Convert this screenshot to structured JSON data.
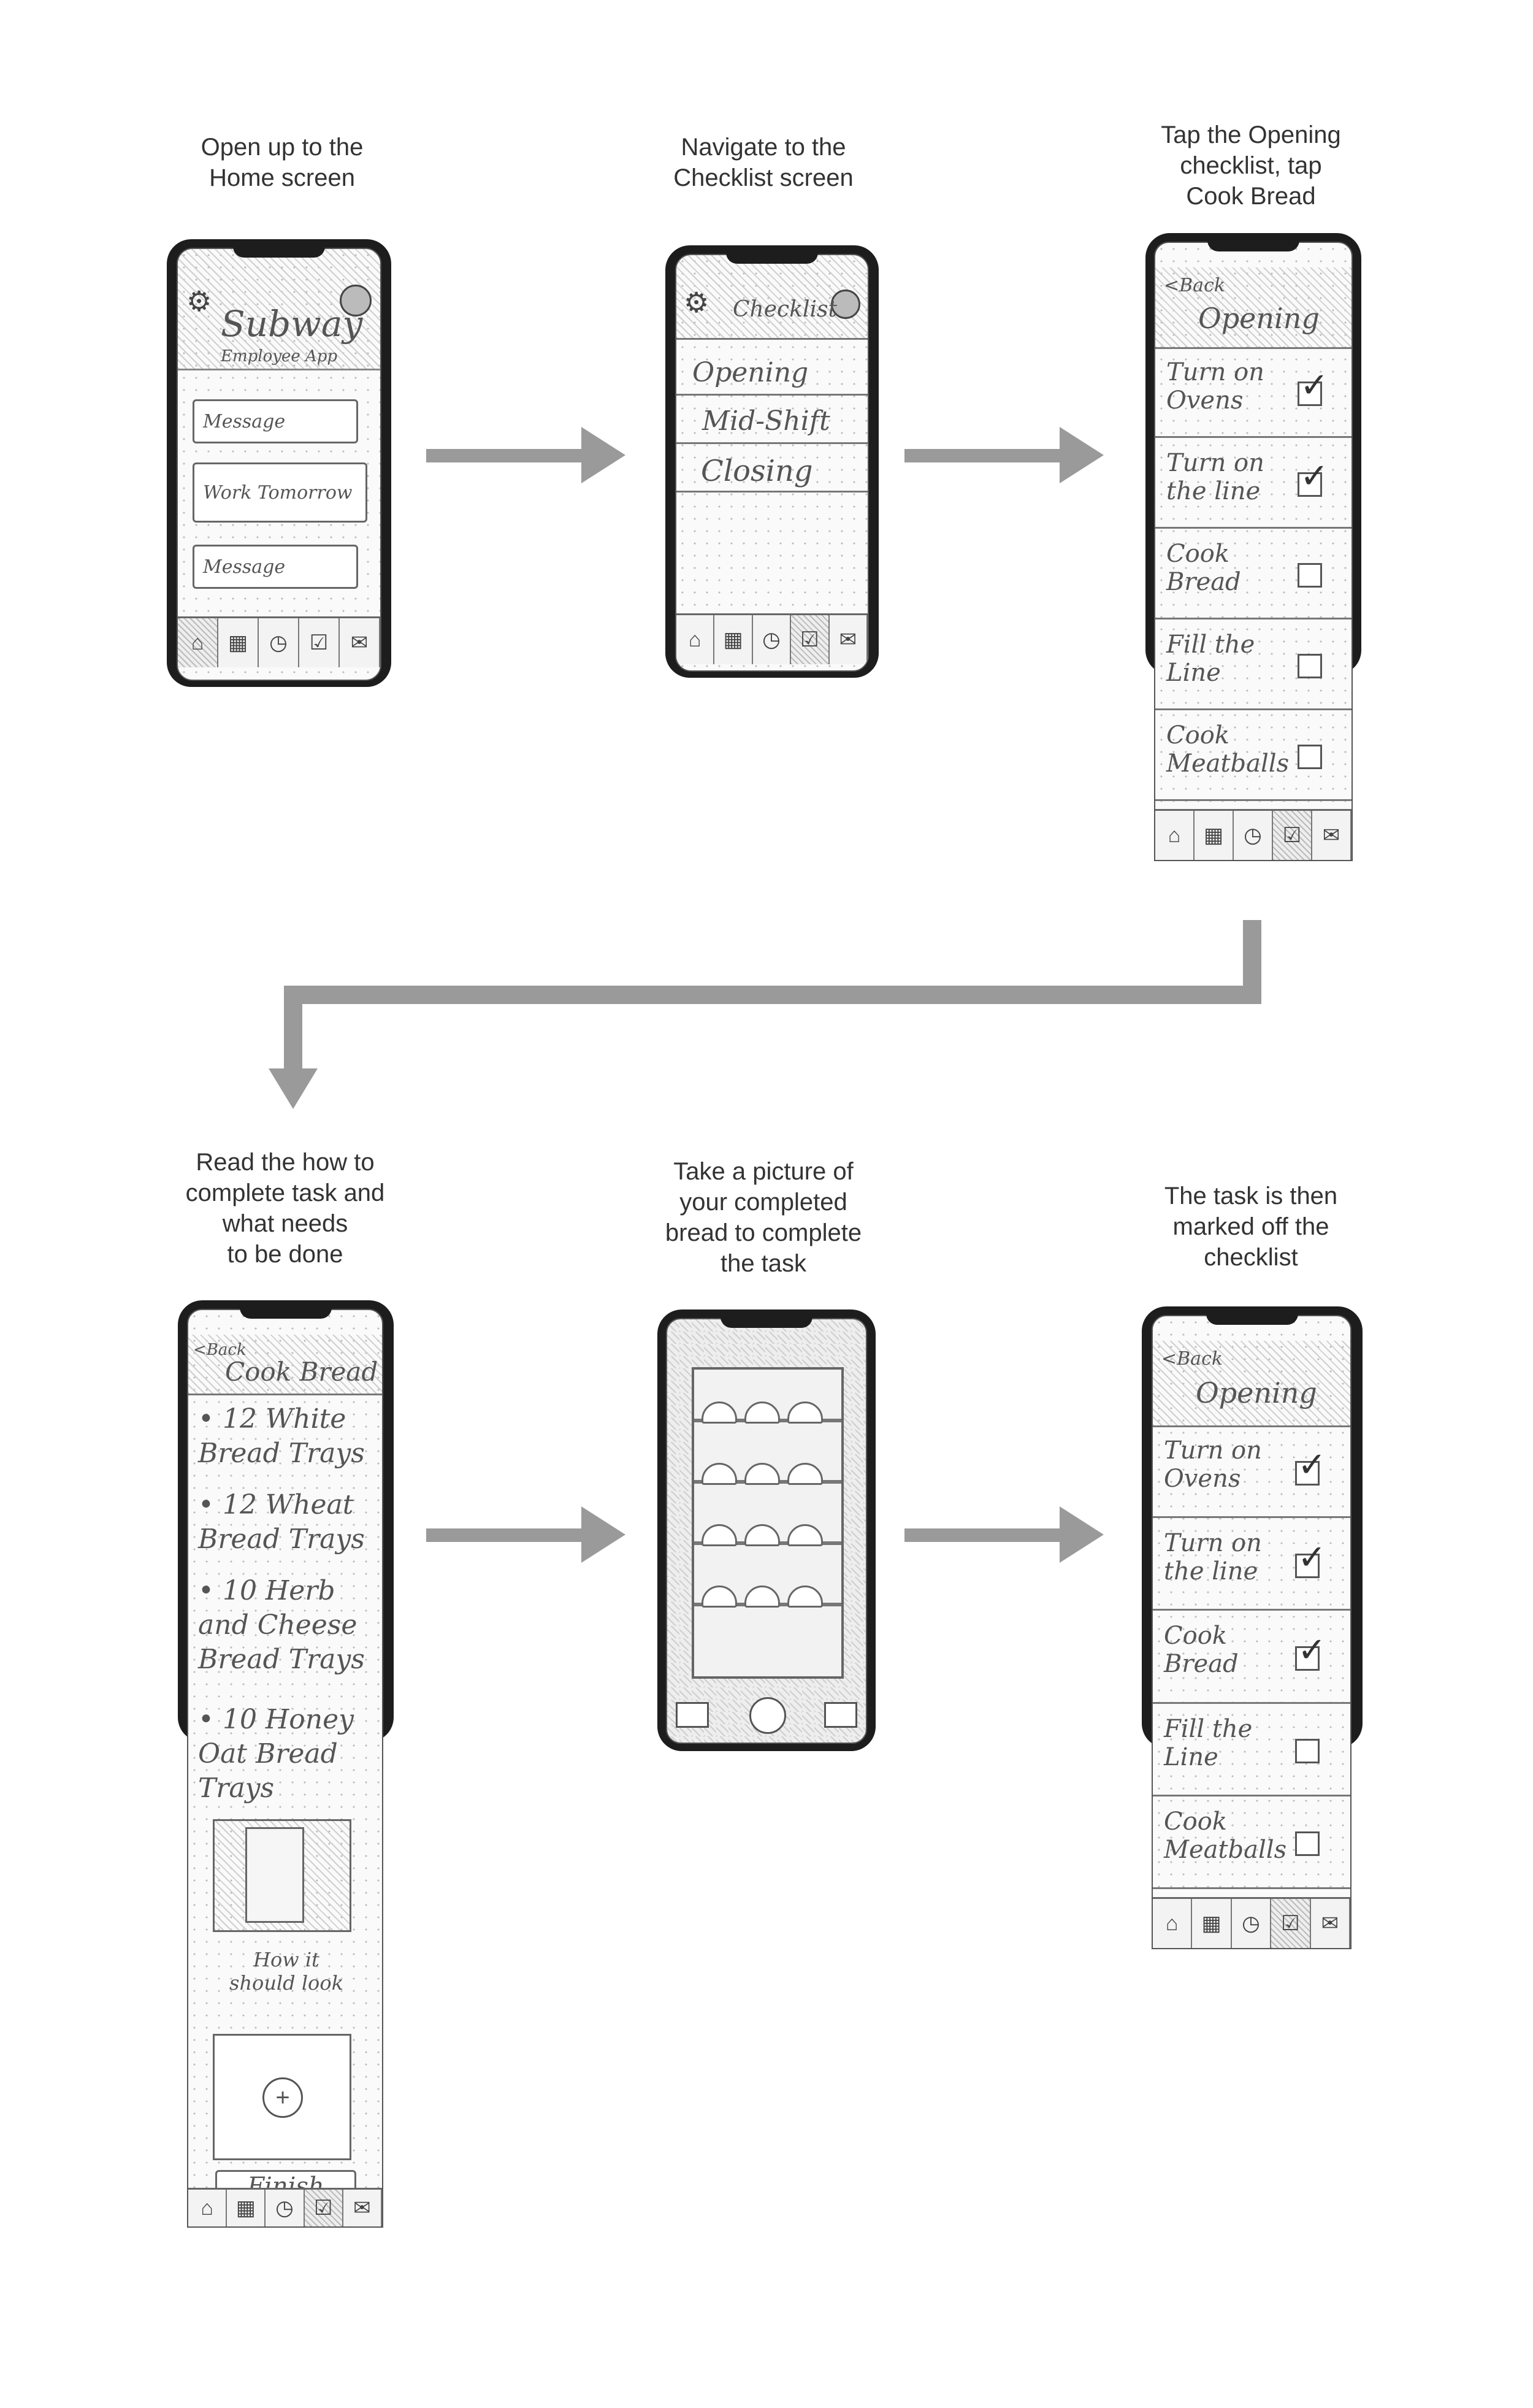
{
  "captions": {
    "step1": "Open up to the\nHome screen",
    "step2": "Navigate to the\nChecklist screen",
    "step3": "Tap the Opening\nchecklist, tap\nCook Bread",
    "step4": "Read the how to\ncomplete task and\nwhat needs\nto be done",
    "step5": "Take a picture of\nyour completed\nbread to complete\nthe task",
    "step6": "The task is then\nmarked off the\nchecklist"
  },
  "home": {
    "title": "Subway",
    "subtitle": "Employee App",
    "buttons": [
      "Message",
      "Work Tomorrow",
      "Message"
    ]
  },
  "checklist": {
    "title": "Checklist",
    "items": [
      "Opening",
      "Mid-Shift",
      "Closing"
    ]
  },
  "opening": {
    "back": "<Back",
    "title": "Opening",
    "tasks": [
      {
        "label": "Turn on Ovens",
        "checked": true
      },
      {
        "label": "Turn on the line",
        "checked": true
      },
      {
        "label": "Cook Bread",
        "checked": false
      },
      {
        "label": "Fill the Line",
        "checked": false
      },
      {
        "label": "Cook Meatballs",
        "checked": false
      }
    ]
  },
  "cook_bread": {
    "back": "<Back",
    "title": "Cook Bread",
    "bullets": [
      "12 White Bread Trays",
      "12 Wheat Bread Trays",
      "10 Herb and Cheese Bread Trays",
      "10 Honey Oat Bread Trays"
    ],
    "image_caption": "How it should look",
    "finish": "Finish"
  },
  "opening_done": {
    "back": "<Back",
    "title": "Opening",
    "tasks": [
      {
        "label": "Turn on Ovens",
        "checked": true
      },
      {
        "label": "Turn on the line",
        "checked": true
      },
      {
        "label": "Cook Bread",
        "checked": true
      },
      {
        "label": "Fill the Line",
        "checked": false
      },
      {
        "label": "Cook Meatballs",
        "checked": false
      }
    ]
  },
  "tabbar_icons": [
    "home-icon",
    "calendar-icon",
    "clock-icon",
    "checklist-icon",
    "mail-icon"
  ]
}
